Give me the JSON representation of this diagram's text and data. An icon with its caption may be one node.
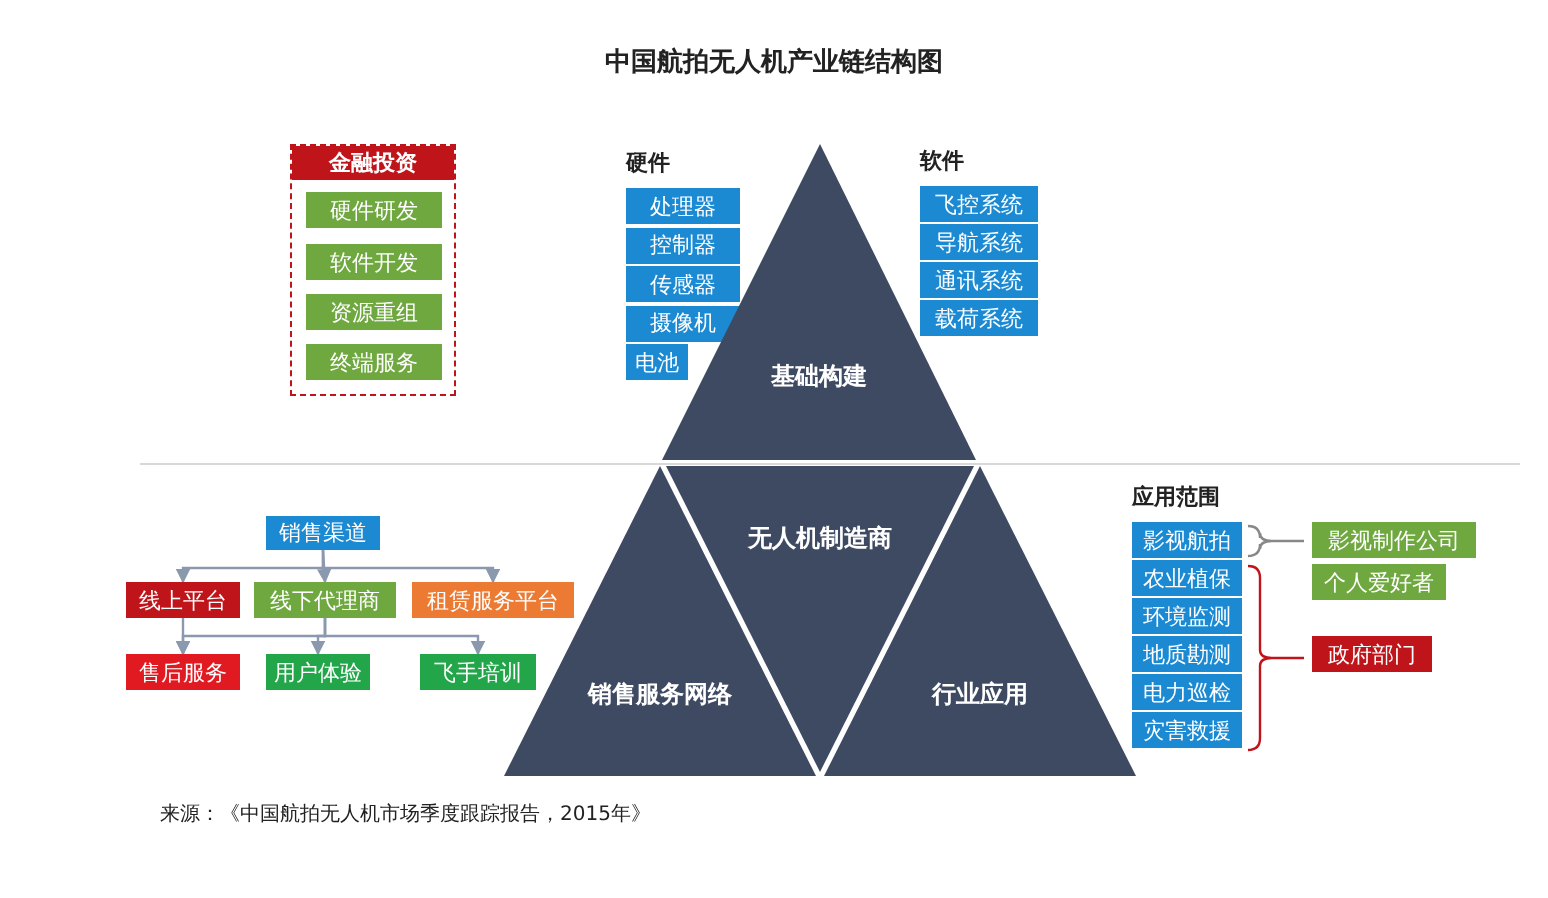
{
  "diagram": {
    "title": "中国航拍无人机产业链结构图",
    "nodes": [
      {
        "text": [
          "金融投资"
        ]
      },
      {
        "text": [
          "硬件研发"
        ],
        "in": 0
      },
      {
        "text": [
          "软件开发"
        ],
        "in": 0
      },
      {
        "text": [
          "资源重组"
        ],
        "in": 0
      },
      {
        "text": [
          "终端服务"
        ],
        "in": 0
      },
      {
        "text": [
          "处理器"
        ]
      },
      {
        "text": [
          "控制器"
        ]
      },
      {
        "text": [
          "传感器"
        ]
      },
      {
        "text": [
          "摄像机"
        ]
      },
      {
        "text": [
          "电池"
        ]
      },
      {
        "text": [
          "飞控系统"
        ]
      },
      {
        "text": [
          "导航系统"
        ]
      },
      {
        "text": [
          "通讯系统"
        ]
      },
      {
        "text": [
          "载荷系统"
        ]
      },
      {
        "text": [
          "基础构建"
        ]
      },
      {
        "text": [
          "无人机制造商"
        ]
      },
      {
        "text": [
          "销售渠道"
        ]
      },
      {
        "text": [
          "线上平台"
        ]
      },
      {
        "text": [
          "线下代理商"
        ]
      },
      {
        "text": [
          "租赁服务平台"
        ]
      },
      {
        "text": [
          "售后服务"
        ]
      },
      {
        "text": [
          "用户体验"
        ]
      },
      {
        "text": [
          "飞手培训"
        ]
      },
      {
        "text": [
          "销售服务网络"
        ]
      },
      {
        "text": [
          "行业应用"
        ]
      },
      {
        "text": [
          "影视航拍"
        ]
      },
      {
        "text": [
          "农业植保"
        ]
      },
      {
        "text": [
          "环境监测"
        ]
      },
      {
        "text": [
          "地质勘测"
        ]
      },
      {
        "text": [
          "电力巡检"
        ]
      },
      {
        "text": [
          "灾害救援"
        ]
      },
      {
        "text": [
          "影视制作公司"
        ]
      },
      {
        "text": [
          "个人爱好者"
        ]
      },
      {
        "text": [
          "政府部门"
        ]
      }
    ],
    "edges": [
      {
        "from": 16,
        "to": 17,
        "arrow": "to"
      },
      {
        "from": 16,
        "to": 18,
        "arrow": "to"
      },
      {
        "from": 16,
        "to": 19,
        "arrow": "to"
      },
      {
        "from": 17,
        "to": 20,
        "arrow": "to"
      },
      {
        "from": 18,
        "to": 20,
        "arrow": "to"
      },
      {
        "from": 18,
        "to": 21,
        "arrow": "to"
      },
      {
        "from": 18,
        "to": 22,
        "arrow": "to"
      }
    ],
    "labels": [
      "硬件",
      "软件",
      "应用范围",
      "来源：《中国航拍无人机市场季度跟踪报告，2015年》"
    ]
  }
}
